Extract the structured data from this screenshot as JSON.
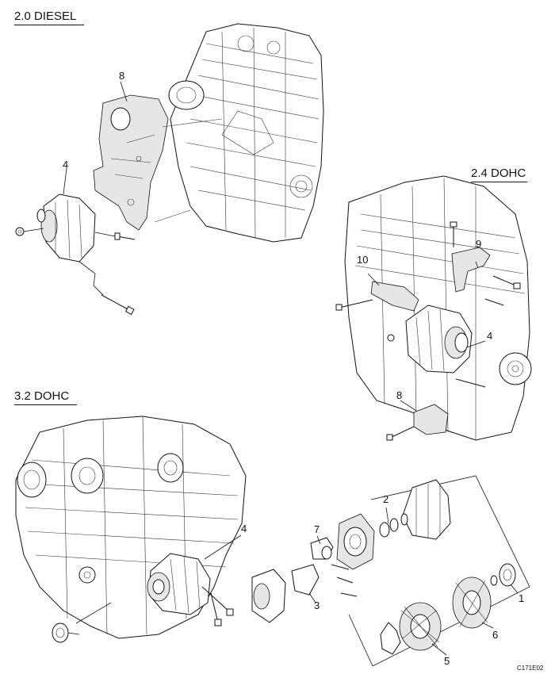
{
  "sections": {
    "diesel": "2.0 DIESEL",
    "dohc24": "2.4 DOHC",
    "dohc32": "3.2 DOHC"
  },
  "callouts": {
    "diesel_8": "8",
    "diesel_4": "4",
    "dohc24_9": "9",
    "dohc24_10": "10",
    "dohc24_4": "4",
    "dohc24_8": "8",
    "dohc32_4": "4",
    "exploded_1": "1",
    "exploded_2": "2",
    "exploded_3": "3",
    "exploded_5": "5",
    "exploded_6": "6",
    "exploded_7": "7"
  },
  "figure_code": "C171E02"
}
